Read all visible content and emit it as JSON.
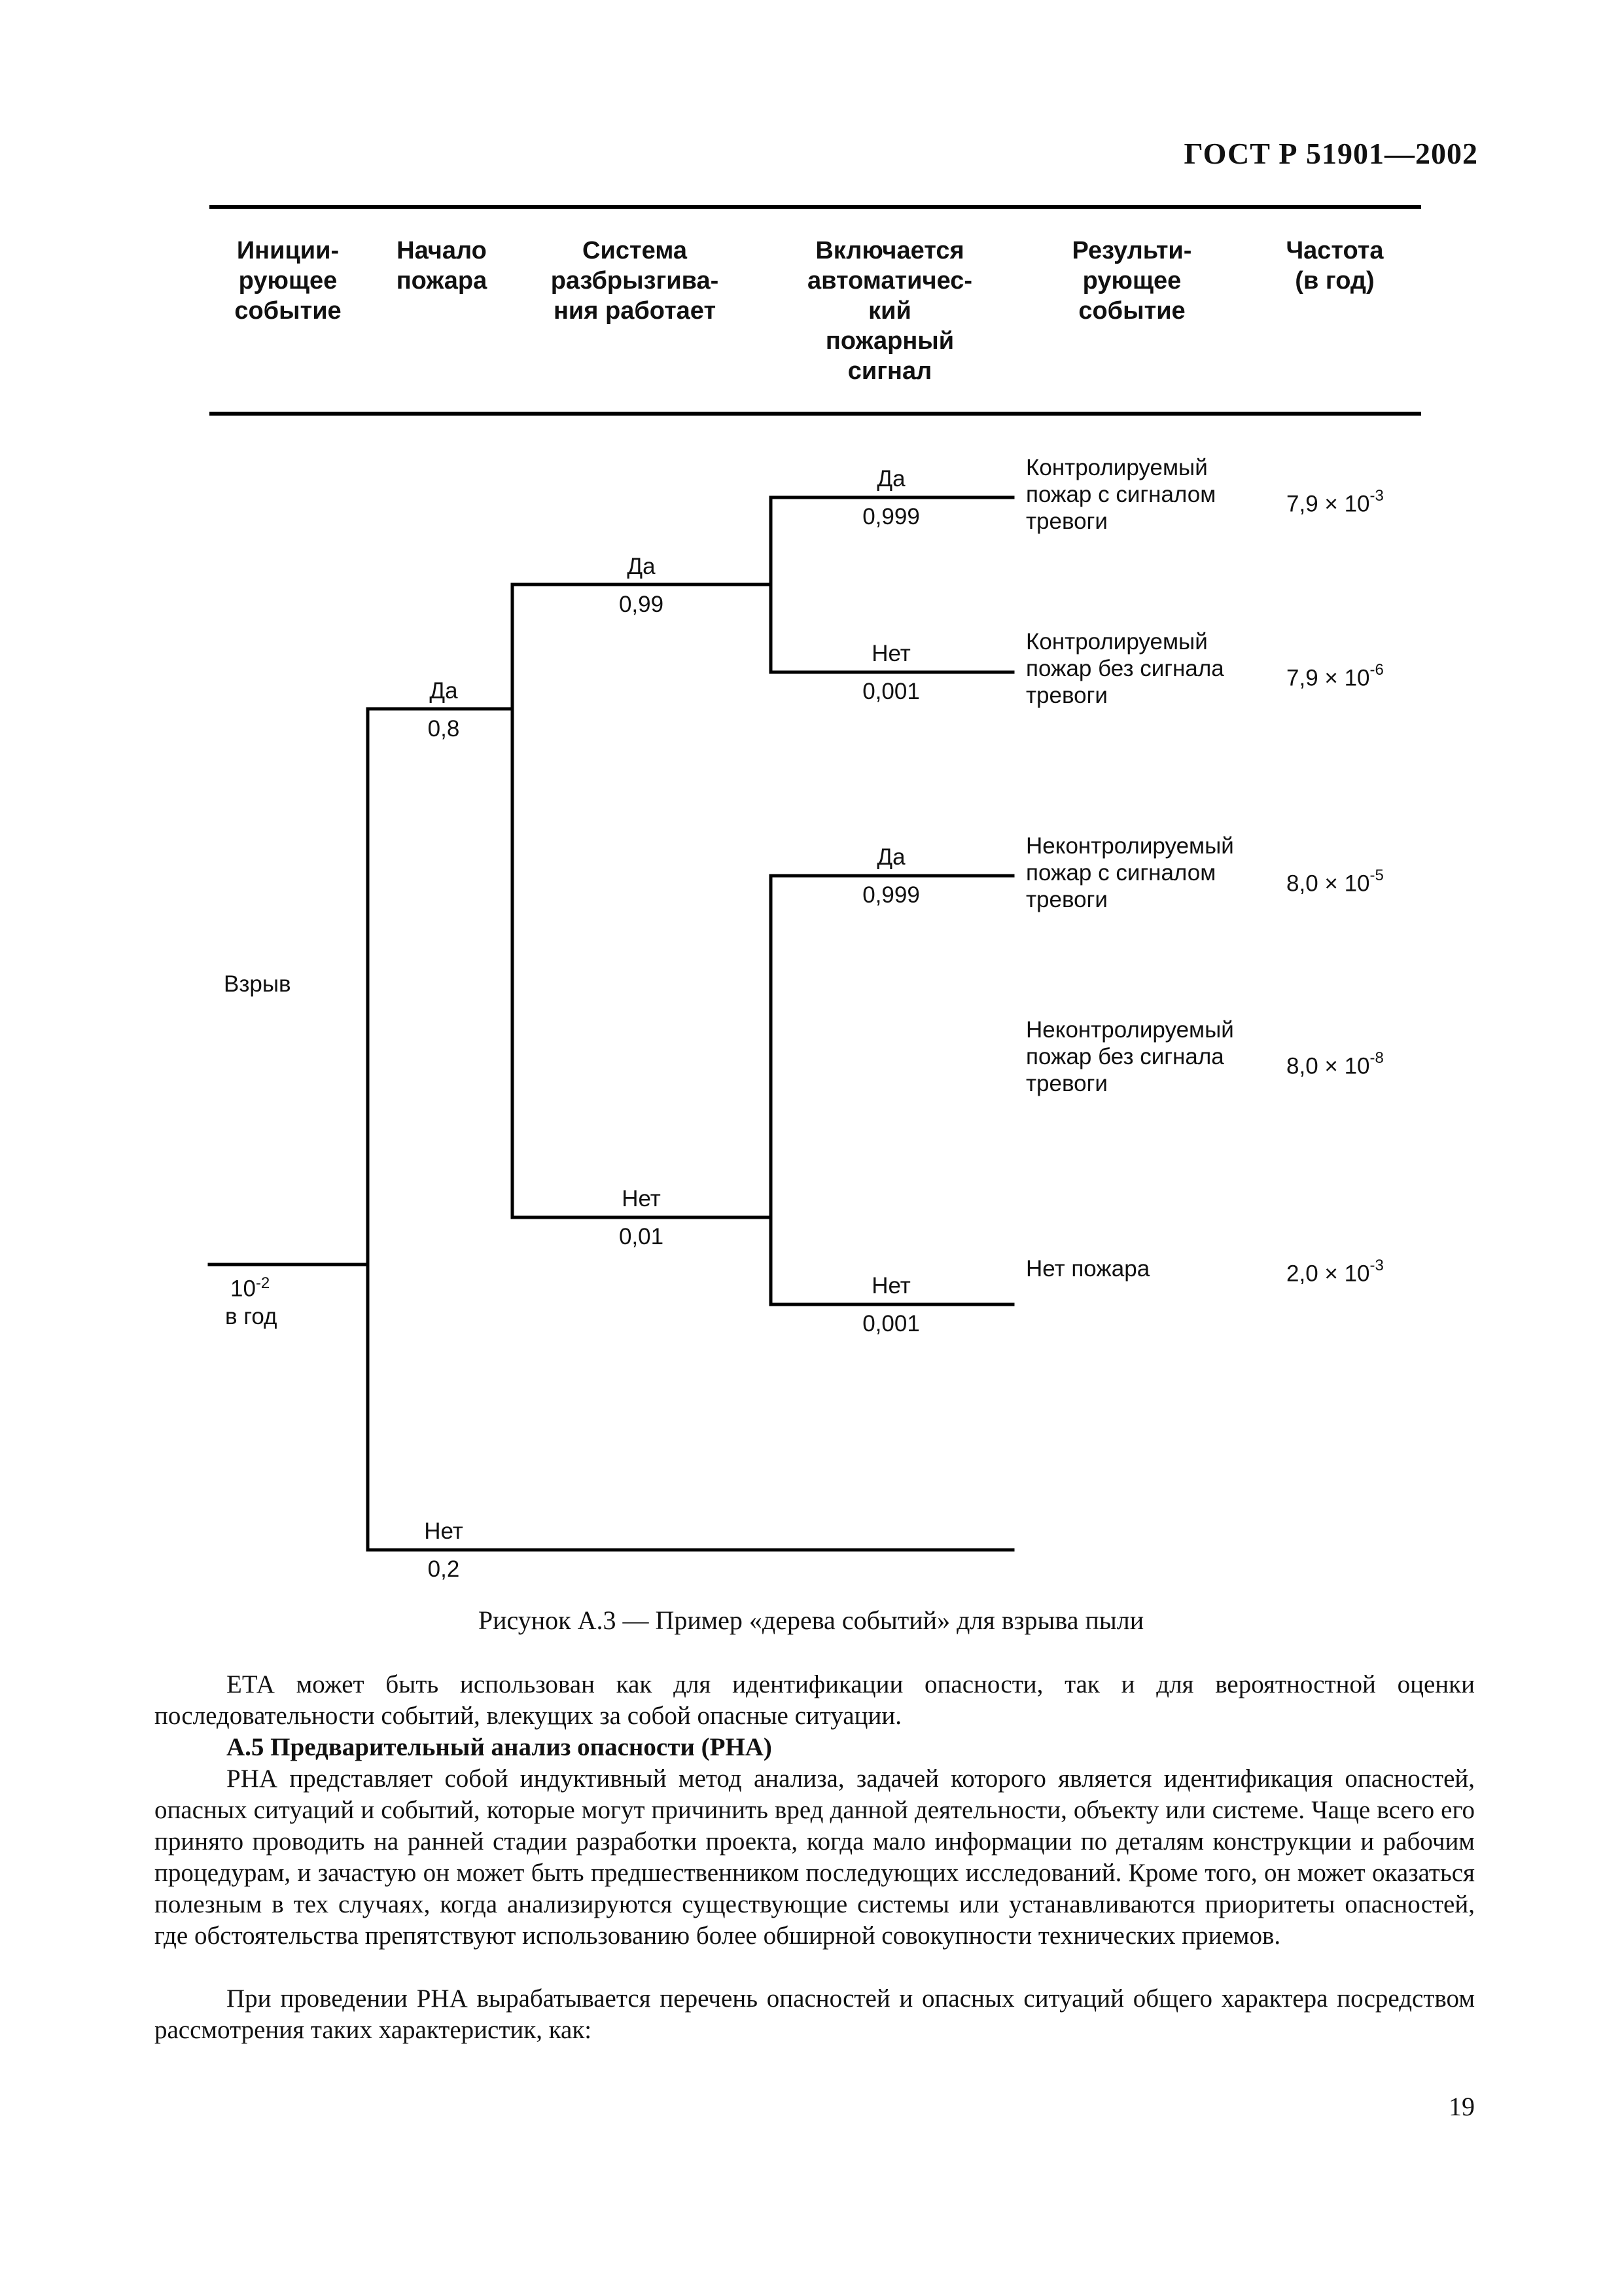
{
  "header": {
    "doc_id": "ГОСТ Р 51901—2002"
  },
  "columns": {
    "initiating": "Иниции-\nрующее\nсобытие",
    "fire_start": "Начало\nпожара",
    "sprinkler": "Система\nразбрызгива-\nния работает",
    "alarm": "Включается\nавтоматичес-\nкий\nпожарный\nсигнал",
    "result": "Результи-\nрующее\nсобытие",
    "frequency": "Частота\n(в год)"
  },
  "tree": {
    "initial_event": "Взрыв",
    "initial_freq_base": "10",
    "initial_freq_exp": "-2",
    "initial_freq_unit": "в год",
    "fire_yes": {
      "label": "Да",
      "prob": "0,8"
    },
    "fire_no": {
      "label": "Нет",
      "prob": "0,2"
    },
    "sprinkler_yes": {
      "label": "Да",
      "prob": "0,99"
    },
    "sprinkler_no": {
      "label": "Нет",
      "prob": "0,01"
    },
    "alarm1_yes": {
      "label": "Да",
      "prob": "0,999"
    },
    "alarm1_no": {
      "label": "Нет",
      "prob": "0,001"
    },
    "alarm2_yes": {
      "label": "Да",
      "prob": "0,999"
    },
    "alarm2_no": {
      "label": "Нет",
      "prob": "0,001"
    }
  },
  "outcomes": [
    {
      "text": "Контролируемый\nпожар с сигналом\nтревоги",
      "mantissa": "7,9",
      "exp": "-3"
    },
    {
      "text": "Контролируемый\nпожар без сигнала\nтревоги",
      "mantissa": "7,9",
      "exp": "-6"
    },
    {
      "text": "Неконтролируемый\nпожар с сигналом\nтревоги",
      "mantissa": "8,0",
      "exp": "-5"
    },
    {
      "text": "Неконтролируемый\nпожар без сигнала\nтревоги",
      "mantissa": "8,0",
      "exp": "-8"
    },
    {
      "text": "Нет пожара",
      "mantissa": "2,0",
      "exp": "-3"
    }
  ],
  "freq_times": "×",
  "freq_base": "10",
  "caption": "Рисунок А.3 — Пример «дерева событий» для взрыва пыли",
  "paragraphs": {
    "p1": "ЕТА может быть использован как для идентификации опасности, так и для вероятностной оценки последовательности событий, влекущих за собой опасные ситуации.",
    "section_title": "А.5 Предварительный анализ опасности (РНА)",
    "p2": "РНА представляет собой индуктивный метод анализа, задачей которого является идентификация опасностей, опасных ситуаций и событий, которые могут причинить вред данной деятельности, объекту или системе. Чаще всего его принято проводить на ранней стадии разработки проекта, когда мало информации по деталям конструкции и рабочим процедурам, и зачастую он может быть предшественником последующих исследований. Кроме того, он может оказаться полезным в тех случаях, когда анализируются существующие системы или устанавливаются приоритеты опасностей, где обстоятельства препятствуют использованию более обширной совокупности технических приемов.",
    "p3": "При проведении РНА вырабатывается перечень опасностей и опасных ситуаций общего характера посредством рассмотрения таких характеристик, как:"
  },
  "page_number": "19"
}
